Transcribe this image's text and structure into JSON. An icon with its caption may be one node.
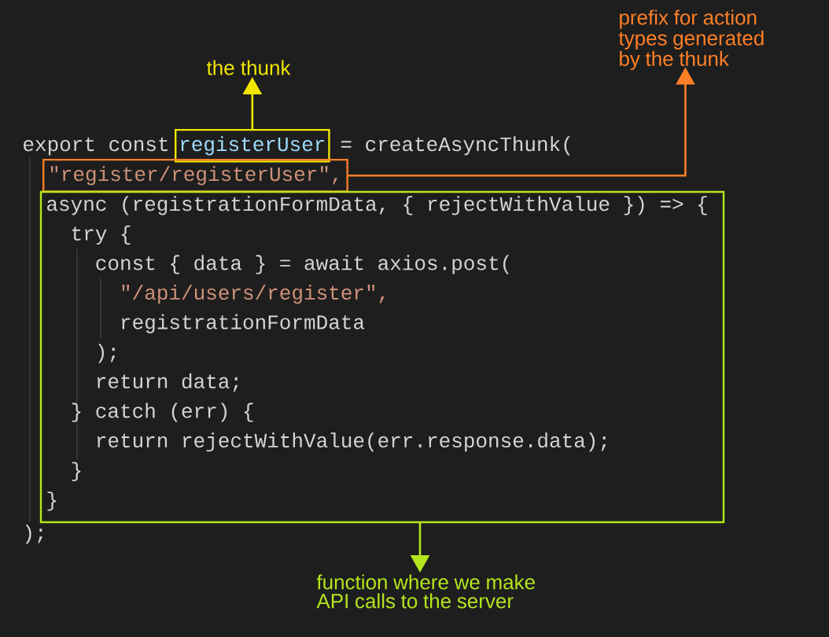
{
  "diagram": {
    "nodes": [
      {
        "text": [
          "the thunk"
        ]
      },
      {
        "text": [
          "prefix for action types generated by the thunk"
        ]
      },
      {
        "text": [
          "registerUser"
        ]
      },
      {
        "text": [
          "\"register/registerUser\","
        ]
      },
      {
        "text": [
          "async (registrationFormData, { rejectWithValue }) => {",
          "try {",
          "const { data } = await axios.post(",
          "\"/api/users/register\",",
          "registrationFormData",
          ");",
          "return data;",
          "} catch (err) {",
          "return rejectWithValue(err.response.data);",
          "}",
          "}"
        ]
      },
      {
        "text": [
          "function where we make API calls to the server"
        ]
      }
    ],
    "edges": [
      {
        "from": 2,
        "to": 0,
        "arrow": "to",
        "color": "#f2e600"
      },
      {
        "from": 3,
        "to": 1,
        "arrow": "to",
        "color": "#ff7f27"
      },
      {
        "from": 4,
        "to": 5,
        "arrow": "to",
        "color": "#b5e61d"
      }
    ],
    "labels": [
      "export const",
      "= createAsyncThunk(",
      ");"
    ]
  }
}
